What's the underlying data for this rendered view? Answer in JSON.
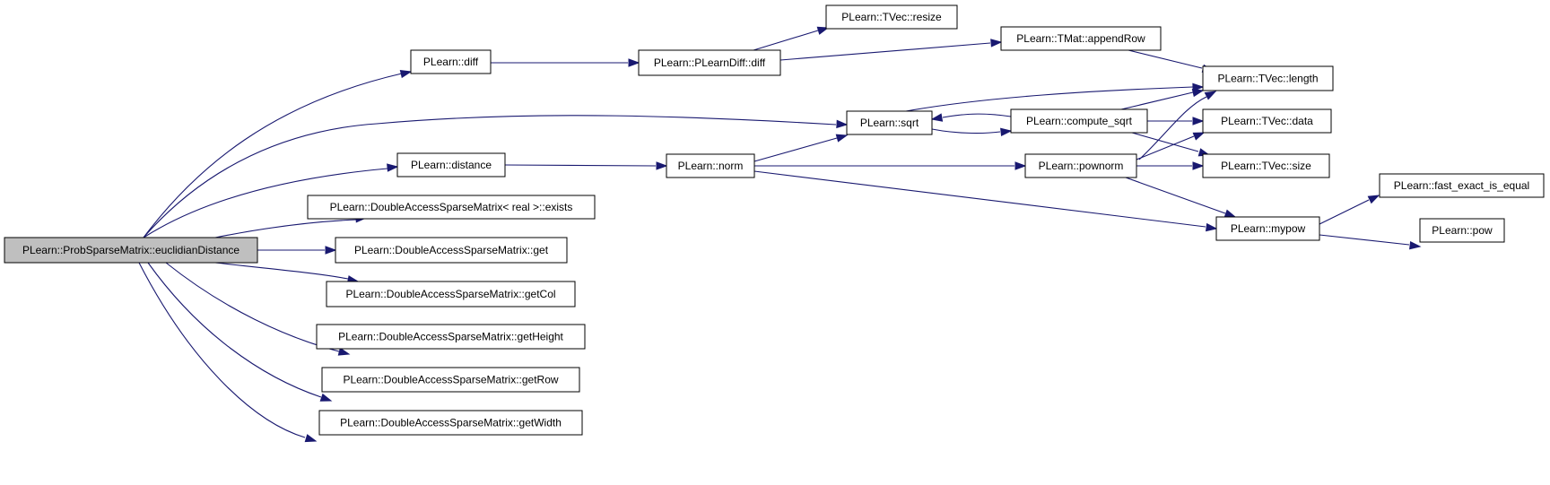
{
  "nodes": [
    {
      "id": "root",
      "label": "PLearn::ProbSparseMatrix::euclidianDistance",
      "highlighted": true
    },
    {
      "id": "diff",
      "label": "PLearn::diff"
    },
    {
      "id": "plearndiff",
      "label": "PLearn::PLearnDiff::diff"
    },
    {
      "id": "resize",
      "label": "PLearn::TVec::resize"
    },
    {
      "id": "appendrow",
      "label": "PLearn::TMat::appendRow"
    },
    {
      "id": "length",
      "label": "PLearn::TVec::length"
    },
    {
      "id": "sqrt",
      "label": "PLearn::sqrt"
    },
    {
      "id": "compute_sqrt",
      "label": "PLearn::compute_sqrt"
    },
    {
      "id": "data",
      "label": "PLearn::TVec::data"
    },
    {
      "id": "distance",
      "label": "PLearn::distance"
    },
    {
      "id": "norm",
      "label": "PLearn::norm"
    },
    {
      "id": "pownorm",
      "label": "PLearn::pownorm"
    },
    {
      "id": "size",
      "label": "PLearn::TVec::size"
    },
    {
      "id": "exists",
      "label": "PLearn::DoubleAccessSparseMatrix< real >::exists"
    },
    {
      "id": "mypow",
      "label": "PLearn::mypow"
    },
    {
      "id": "fast_eq",
      "label": "PLearn::fast_exact_is_equal"
    },
    {
      "id": "pow",
      "label": "PLearn::pow"
    },
    {
      "id": "get",
      "label": "PLearn::DoubleAccessSparseMatrix::get"
    },
    {
      "id": "getcol",
      "label": "PLearn::DoubleAccessSparseMatrix::getCol"
    },
    {
      "id": "getheight",
      "label": "PLearn::DoubleAccessSparseMatrix::getHeight"
    },
    {
      "id": "getrow",
      "label": "PLearn::DoubleAccessSparseMatrix::getRow"
    },
    {
      "id": "getwidth",
      "label": "PLearn::DoubleAccessSparseMatrix::getWidth"
    }
  ],
  "edges": [
    [
      "root",
      "diff"
    ],
    [
      "root",
      "sqrt"
    ],
    [
      "root",
      "distance"
    ],
    [
      "root",
      "exists"
    ],
    [
      "root",
      "get"
    ],
    [
      "root",
      "getcol"
    ],
    [
      "root",
      "getheight"
    ],
    [
      "root",
      "getrow"
    ],
    [
      "root",
      "getwidth"
    ],
    [
      "diff",
      "plearndiff"
    ],
    [
      "plearndiff",
      "resize"
    ],
    [
      "plearndiff",
      "appendrow"
    ],
    [
      "appendrow",
      "length"
    ],
    [
      "sqrt",
      "length"
    ],
    [
      "sqrt",
      "compute_sqrt"
    ],
    [
      "compute_sqrt",
      "sqrt"
    ],
    [
      "compute_sqrt",
      "length"
    ],
    [
      "compute_sqrt",
      "data"
    ],
    [
      "compute_sqrt",
      "size"
    ],
    [
      "distance",
      "norm"
    ],
    [
      "norm",
      "sqrt"
    ],
    [
      "norm",
      "pownorm"
    ],
    [
      "norm",
      "mypow"
    ],
    [
      "pownorm",
      "length"
    ],
    [
      "pownorm",
      "data"
    ],
    [
      "pownorm",
      "size"
    ],
    [
      "pownorm",
      "mypow"
    ],
    [
      "mypow",
      "fast_eq"
    ],
    [
      "mypow",
      "pow"
    ]
  ],
  "colors": {
    "edge": "#191970",
    "root_fill": "#bfbfbf",
    "node_fill": "#ffffff",
    "node_border": "#000000"
  }
}
